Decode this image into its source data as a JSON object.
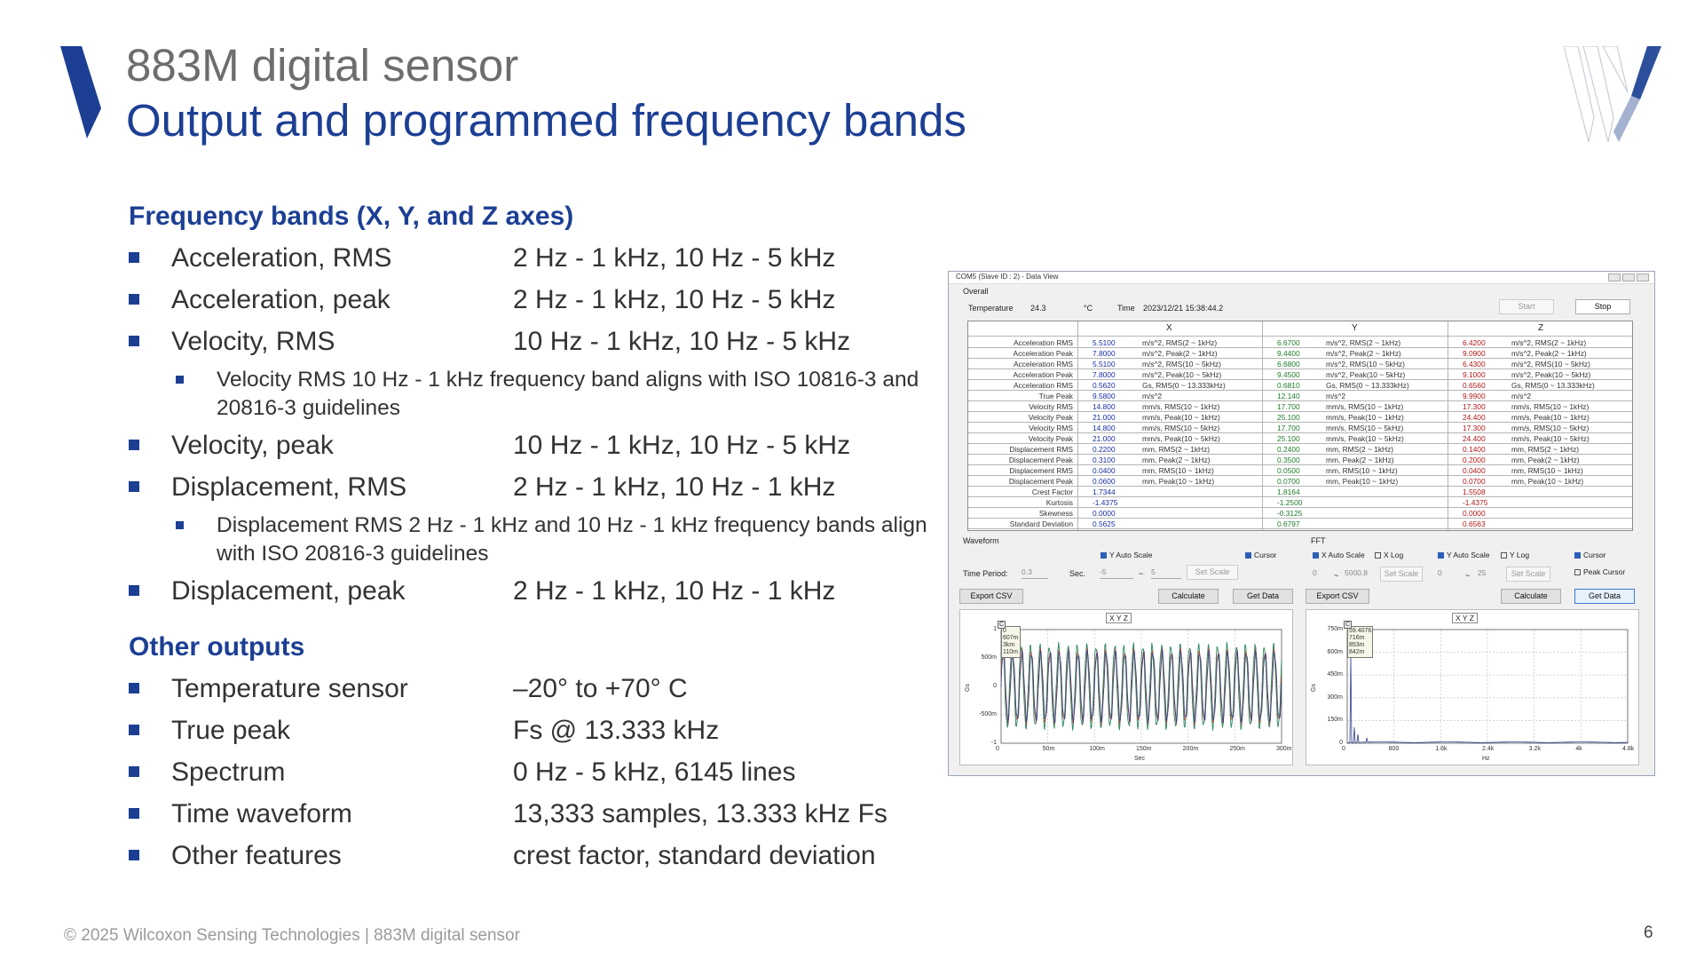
{
  "header": {
    "title_line1": "883M digital sensor",
    "title_line2": "Output and programmed frequency bands"
  },
  "colors": {
    "brand_blue": "#1c3f94",
    "title_gray": "#6d6d6d",
    "footer_gray": "#9a9a9a"
  },
  "bands": {
    "heading": "Frequency bands (X, Y, and Z axes)",
    "items": [
      {
        "label": "Acceleration, RMS",
        "value": "2 Hz - 1 kHz, 10 Hz - 5 kHz"
      },
      {
        "label": "Acceleration, peak",
        "value": "2 Hz - 1 kHz, 10 Hz - 5 kHz"
      },
      {
        "label": "Velocity, RMS",
        "value": "10 Hz - 1 kHz, 10 Hz - 5 kHz"
      },
      {
        "label": "Velocity, peak",
        "value": "10 Hz - 1 kHz, 10 Hz - 5 kHz"
      },
      {
        "label": "Displacement, RMS",
        "value": "2 Hz - 1 kHz, 10 Hz - 1 kHz"
      },
      {
        "label": "Displacement, peak",
        "value": "2 Hz - 1 kHz, 10 Hz - 1 kHz"
      }
    ],
    "notes": [
      "Velocity RMS 10 Hz - 1 kHz frequency band aligns with ISO 10816-3 and 20816-3 guidelines",
      "Displacement RMS 2 Hz - 1 kHz and 10 Hz - 1 kHz frequency bands align with ISO 20816-3 guidelines"
    ]
  },
  "outputs": {
    "heading": "Other outputs",
    "items": [
      {
        "label": "Temperature sensor",
        "value": "–20° to +70° C"
      },
      {
        "label": "True peak",
        "value": "Fs @ 13.333 kHz"
      },
      {
        "label": "Spectrum",
        "value": "0 Hz - 5 kHz, 6145 lines"
      },
      {
        "label": "Time waveform",
        "value": "13,333 samples, 13.333 kHz Fs"
      },
      {
        "label": "Other features",
        "value": "crest factor, standard deviation"
      }
    ]
  },
  "footer": {
    "text": "© 2025 Wilcoxon Sensing Technologies  |  883M digital sensor",
    "page_number": "6"
  },
  "app": {
    "window_title": "COM5 (Slave ID : 2) - Data View",
    "overall_label": "Overall",
    "temperature_label": "Temperature",
    "temperature_value": "24.3",
    "temperature_unit": "°C",
    "time_label": "Time",
    "time_value": "2023/12/21  15:38:44.2",
    "start_label": "Start",
    "stop_label": "Stop",
    "columns": [
      "X",
      "Y",
      "Z"
    ],
    "rows": [
      {
        "name": "Acceleration RMS",
        "x": "5.5100",
        "xu": "m/s^2, RMS(2 ~ 1kHz)",
        "y": "6.6700",
        "yu": "m/s^2, RMS(2 ~ 1kHz)",
        "z": "6.4200",
        "zu": "m/s^2, RMS(2 ~ 1kHz)"
      },
      {
        "name": "Acceleration Peak",
        "x": "7.8000",
        "xu": "m/s^2, Peak(2 ~ 1kHz)",
        "y": "9.4400",
        "yu": "m/s^2, Peak(2 ~ 1kHz)",
        "z": "9.0900",
        "zu": "m/s^2, Peak(2 ~ 1kHz)"
      },
      {
        "name": "Acceleration RMS",
        "x": "5.5100",
        "xu": "m/s^2, RMS(10 ~ 5kHz)",
        "y": "6.6800",
        "yu": "m/s^2, RMS(10 ~ 5kHz)",
        "z": "6.4300",
        "zu": "m/s^2, RMS(10 ~ 5kHz)"
      },
      {
        "name": "Acceleration Peak",
        "x": "7.8000",
        "xu": "m/s^2, Peak(10 ~ 5kHz)",
        "y": "9.4500",
        "yu": "m/s^2, Peak(10 ~ 5kHz)",
        "z": "9.1000",
        "zu": "m/s^2, Peak(10 ~ 5kHz)"
      },
      {
        "name": "Acceleration RMS",
        "x": "0.5620",
        "xu": "Gs, RMS(0 ~ 13.333kHz)",
        "y": "0.6810",
        "yu": "Gs, RMS(0 ~ 13.333kHz)",
        "z": "0.6560",
        "zu": "Gs, RMS(0 ~ 13.333kHz)"
      },
      {
        "name": "True Peak",
        "x": "9.5800",
        "xu": "m/s^2",
        "y": "12.140",
        "yu": "m/s^2",
        "z": "9.9900",
        "zu": "m/s^2"
      },
      {
        "name": "Velocity RMS",
        "x": "14.800",
        "xu": "mm/s, RMS(10 ~ 1kHz)",
        "y": "17.700",
        "yu": "mm/s, RMS(10 ~ 1kHz)",
        "z": "17.300",
        "zu": "mm/s, RMS(10 ~ 1kHz)"
      },
      {
        "name": "Velocity Peak",
        "x": "21.000",
        "xu": "mm/s, Peak(10 ~ 1kHz)",
        "y": "25.100",
        "yu": "mm/s, Peak(10 ~ 1kHz)",
        "z": "24.400",
        "zu": "mm/s, Peak(10 ~ 1kHz)"
      },
      {
        "name": "Velocity RMS",
        "x": "14.800",
        "xu": "mm/s, RMS(10 ~ 5kHz)",
        "y": "17.700",
        "yu": "mm/s, RMS(10 ~ 5kHz)",
        "z": "17.300",
        "zu": "mm/s, RMS(10 ~ 5kHz)"
      },
      {
        "name": "Velocity Peak",
        "x": "21.000",
        "xu": "mm/s, Peak(10 ~ 5kHz)",
        "y": "25.100",
        "yu": "mm/s, Peak(10 ~ 5kHz)",
        "z": "24.400",
        "zu": "mm/s, Peak(10 ~ 5kHz)"
      },
      {
        "name": "Displacement RMS",
        "x": "0.2200",
        "xu": "mm, RMS(2 ~ 1kHz)",
        "y": "0.2400",
        "yu": "mm, RMS(2 ~ 1kHz)",
        "z": "0.1400",
        "zu": "mm, RMS(2 ~ 1kHz)"
      },
      {
        "name": "Displacement Peak",
        "x": "0.3100",
        "xu": "mm, Peak(2 ~ 1kHz)",
        "y": "0.3500",
        "yu": "mm, Peak(2 ~ 1kHz)",
        "z": "0.2000",
        "zu": "mm, Peak(2 ~ 1kHz)"
      },
      {
        "name": "Displacement RMS",
        "x": "0.0400",
        "xu": "mm, RMS(10 ~ 1kHz)",
        "y": "0.0500",
        "yu": "mm, RMS(10 ~ 1kHz)",
        "z": "0.0400",
        "zu": "mm, RMS(10 ~ 1kHz)"
      },
      {
        "name": "Displacement Peak",
        "x": "0.0600",
        "xu": "mm, Peak(10 ~ 1kHz)",
        "y": "0.0700",
        "yu": "mm, Peak(10 ~ 1kHz)",
        "z": "0.0700",
        "zu": "mm, Peak(10 ~ 1kHz)"
      },
      {
        "name": "Crest Factor",
        "x": "1.7344",
        "xu": "",
        "y": "1.8164",
        "yu": "",
        "z": "1.5508",
        "zu": ""
      },
      {
        "name": "Kurtosis",
        "x": "-1.4375",
        "xu": "",
        "y": "-1.2500",
        "yu": "",
        "z": "-1.4375",
        "zu": ""
      },
      {
        "name": "Skewness",
        "x": "0.0000",
        "xu": "",
        "y": "-0.3125",
        "yu": "",
        "z": "0.0000",
        "zu": ""
      },
      {
        "name": "Standard Deviation",
        "x": "0.5625",
        "xu": "",
        "y": "0.6797",
        "yu": "",
        "z": "0.6563",
        "zu": ""
      }
    ],
    "waveform": {
      "group_label": "Waveform",
      "y_auto_scale": "Y Auto Scale",
      "cursor": "Cursor",
      "time_period_label": "Time Period:",
      "time_period_value": "0.3",
      "sec_label": "Sec.",
      "range_min": "-5",
      "tilde": "~",
      "range_max": "5",
      "set_scale": "Set Scale",
      "export_csv": "Export CSV",
      "calculate": "Calculate",
      "get_data": "Get Data",
      "legend": "X  Y  Z",
      "y_label": "Gs",
      "x_label": "Sec",
      "y_ticks": [
        "1",
        "500m",
        "0",
        "-500m",
        "-1"
      ],
      "x_ticks": [
        "0",
        "50m",
        "100m",
        "150m",
        "200m",
        "250m",
        "300m"
      ],
      "cursor_box": [
        "0",
        "607m",
        "3km",
        "110m"
      ],
      "cursor_marker": "C"
    },
    "fft": {
      "group_label": "FFT",
      "x_auto_scale": "X Auto Scale",
      "x_log": "X Log",
      "y_auto_scale": "Y Auto Scale",
      "y_log": "Y Log",
      "cursor": "Cursor",
      "peak_cursor": "Peak Cursor",
      "x_min": "0",
      "tilde": "~",
      "x_max": "5000.8",
      "set_scale_x": "Set Scale",
      "y_min": "0",
      "y_max": "25",
      "set_scale_y": "Set Scale",
      "export_csv": "Export CSV",
      "calculate": "Calculate",
      "get_data": "Get Data",
      "legend": "X  Y  Z",
      "y_label": "Gs",
      "x_label": "Hz",
      "y_ticks": [
        "750m",
        "600m",
        "450m",
        "300m",
        "150m",
        "0"
      ],
      "x_ticks": [
        "0",
        "800",
        "1.6k",
        "2.4k",
        "3.2k",
        "4k",
        "4.8k"
      ],
      "cursor_box": [
        "59.4076",
        "716m",
        "853m",
        "842m"
      ],
      "cursor_marker": "C"
    }
  }
}
